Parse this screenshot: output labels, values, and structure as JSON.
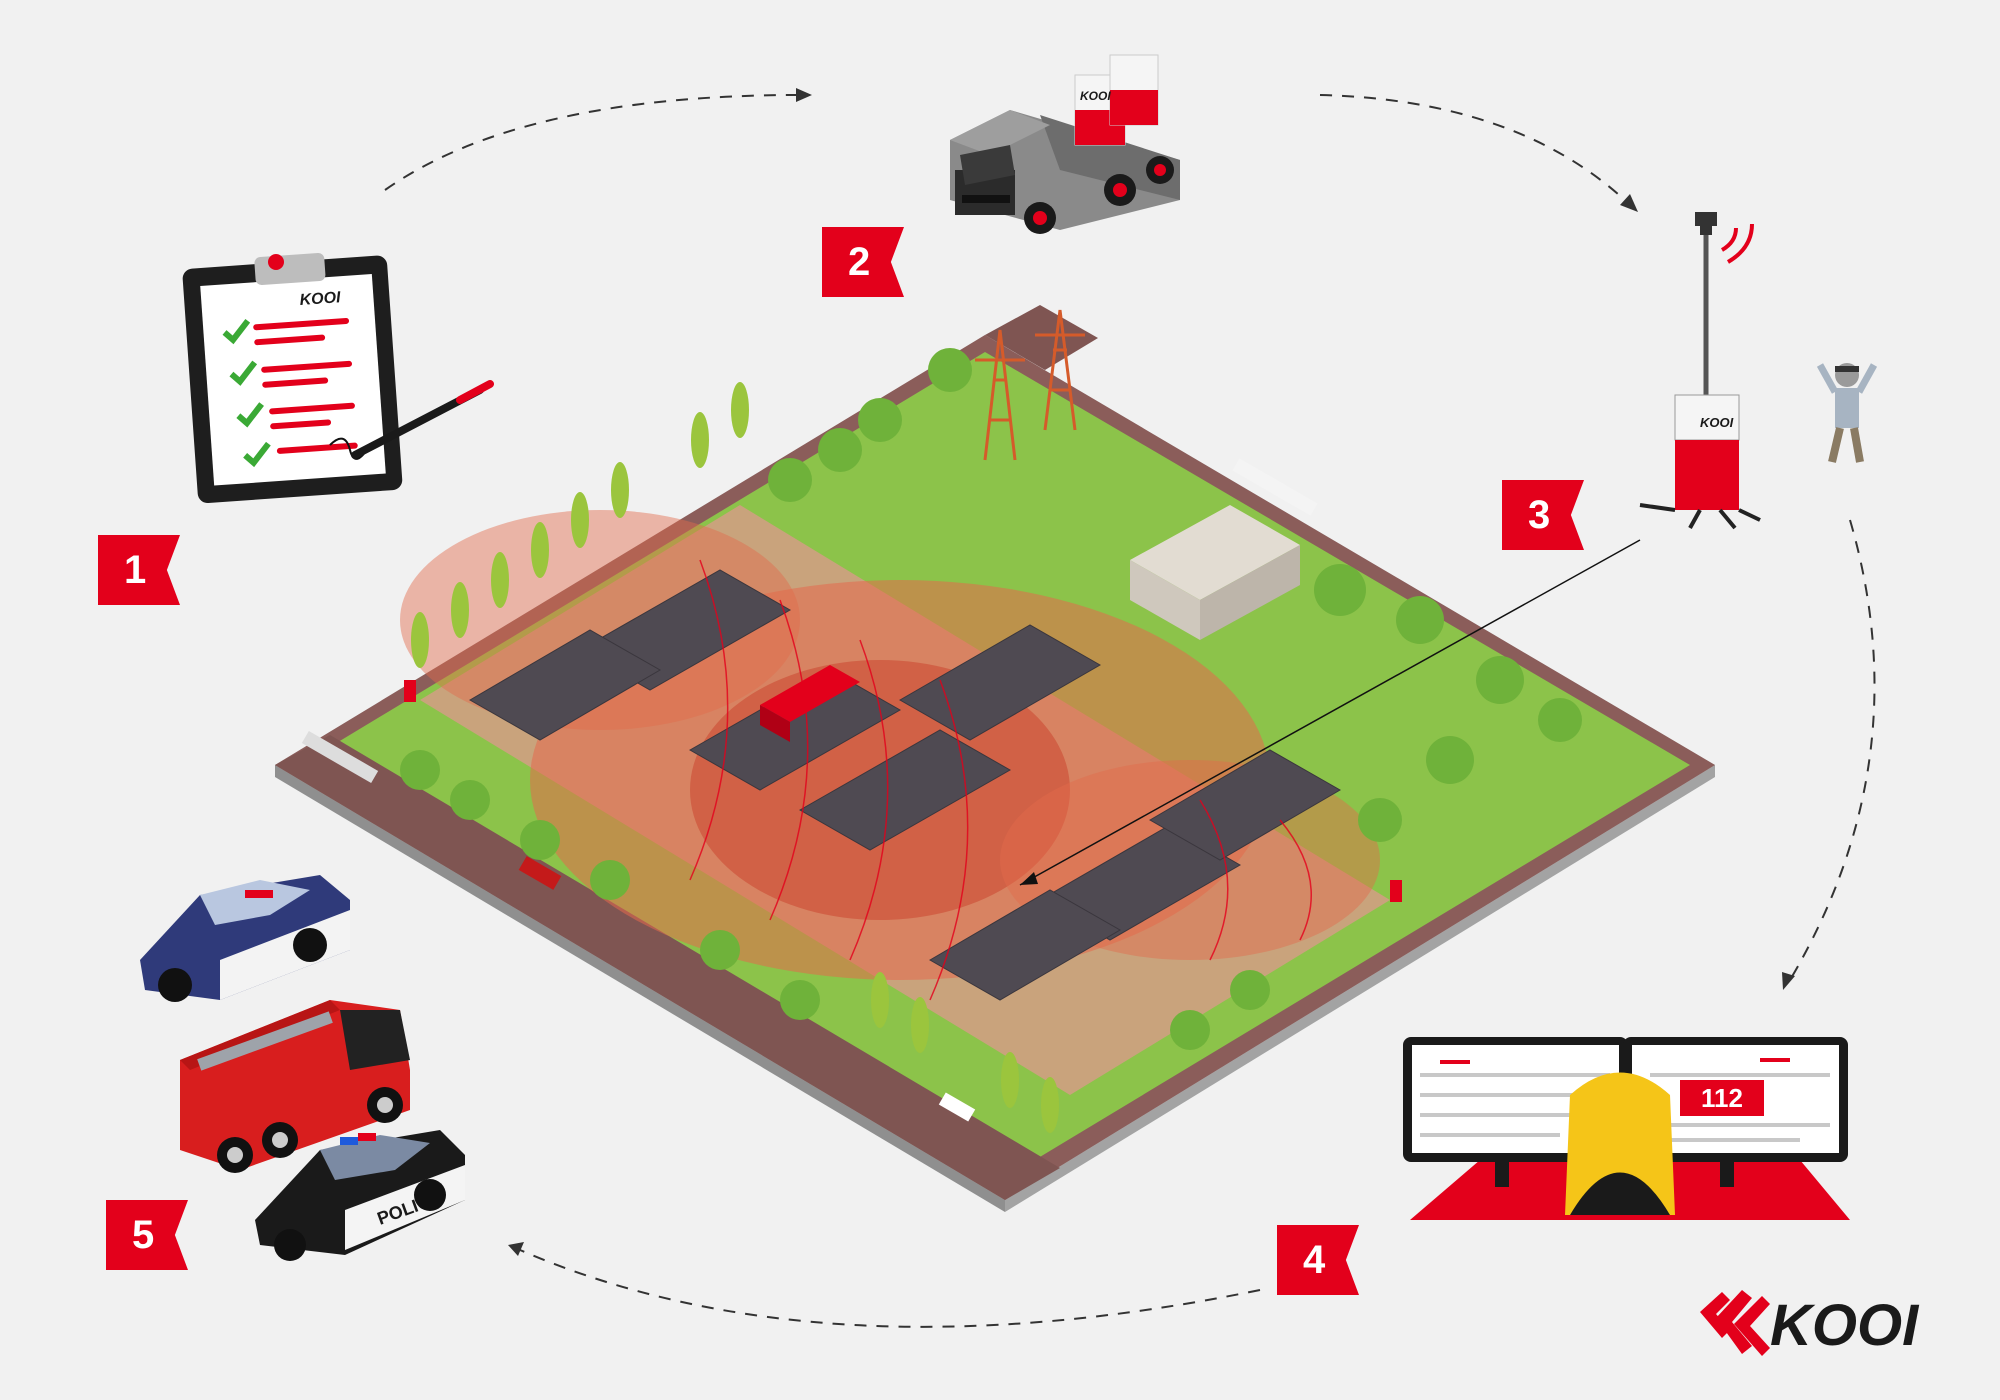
{
  "steps": [
    {
      "number": "1"
    },
    {
      "number": "2"
    },
    {
      "number": "3"
    },
    {
      "number": "4"
    },
    {
      "number": "5"
    }
  ],
  "brand": {
    "logo_text": "KOOI",
    "accent_color": "#e3001b",
    "dark_color": "#1a1a1a"
  },
  "labels": {
    "clipboard_brand": "KOOI",
    "truck_cargo_brand": "KOOI",
    "camera_unit_brand": "KOOI",
    "emergency_number": "112",
    "police_text": "POLICE"
  },
  "icons": {
    "clipboard": "clipboard-checklist-icon",
    "truck": "delivery-truck-icon",
    "camera_mast": "camera-tower-icon",
    "intruder": "intruder-hands-up-icon",
    "control_room": "operator-monitors-icon",
    "emergency": "emergency-vehicles-icon"
  }
}
